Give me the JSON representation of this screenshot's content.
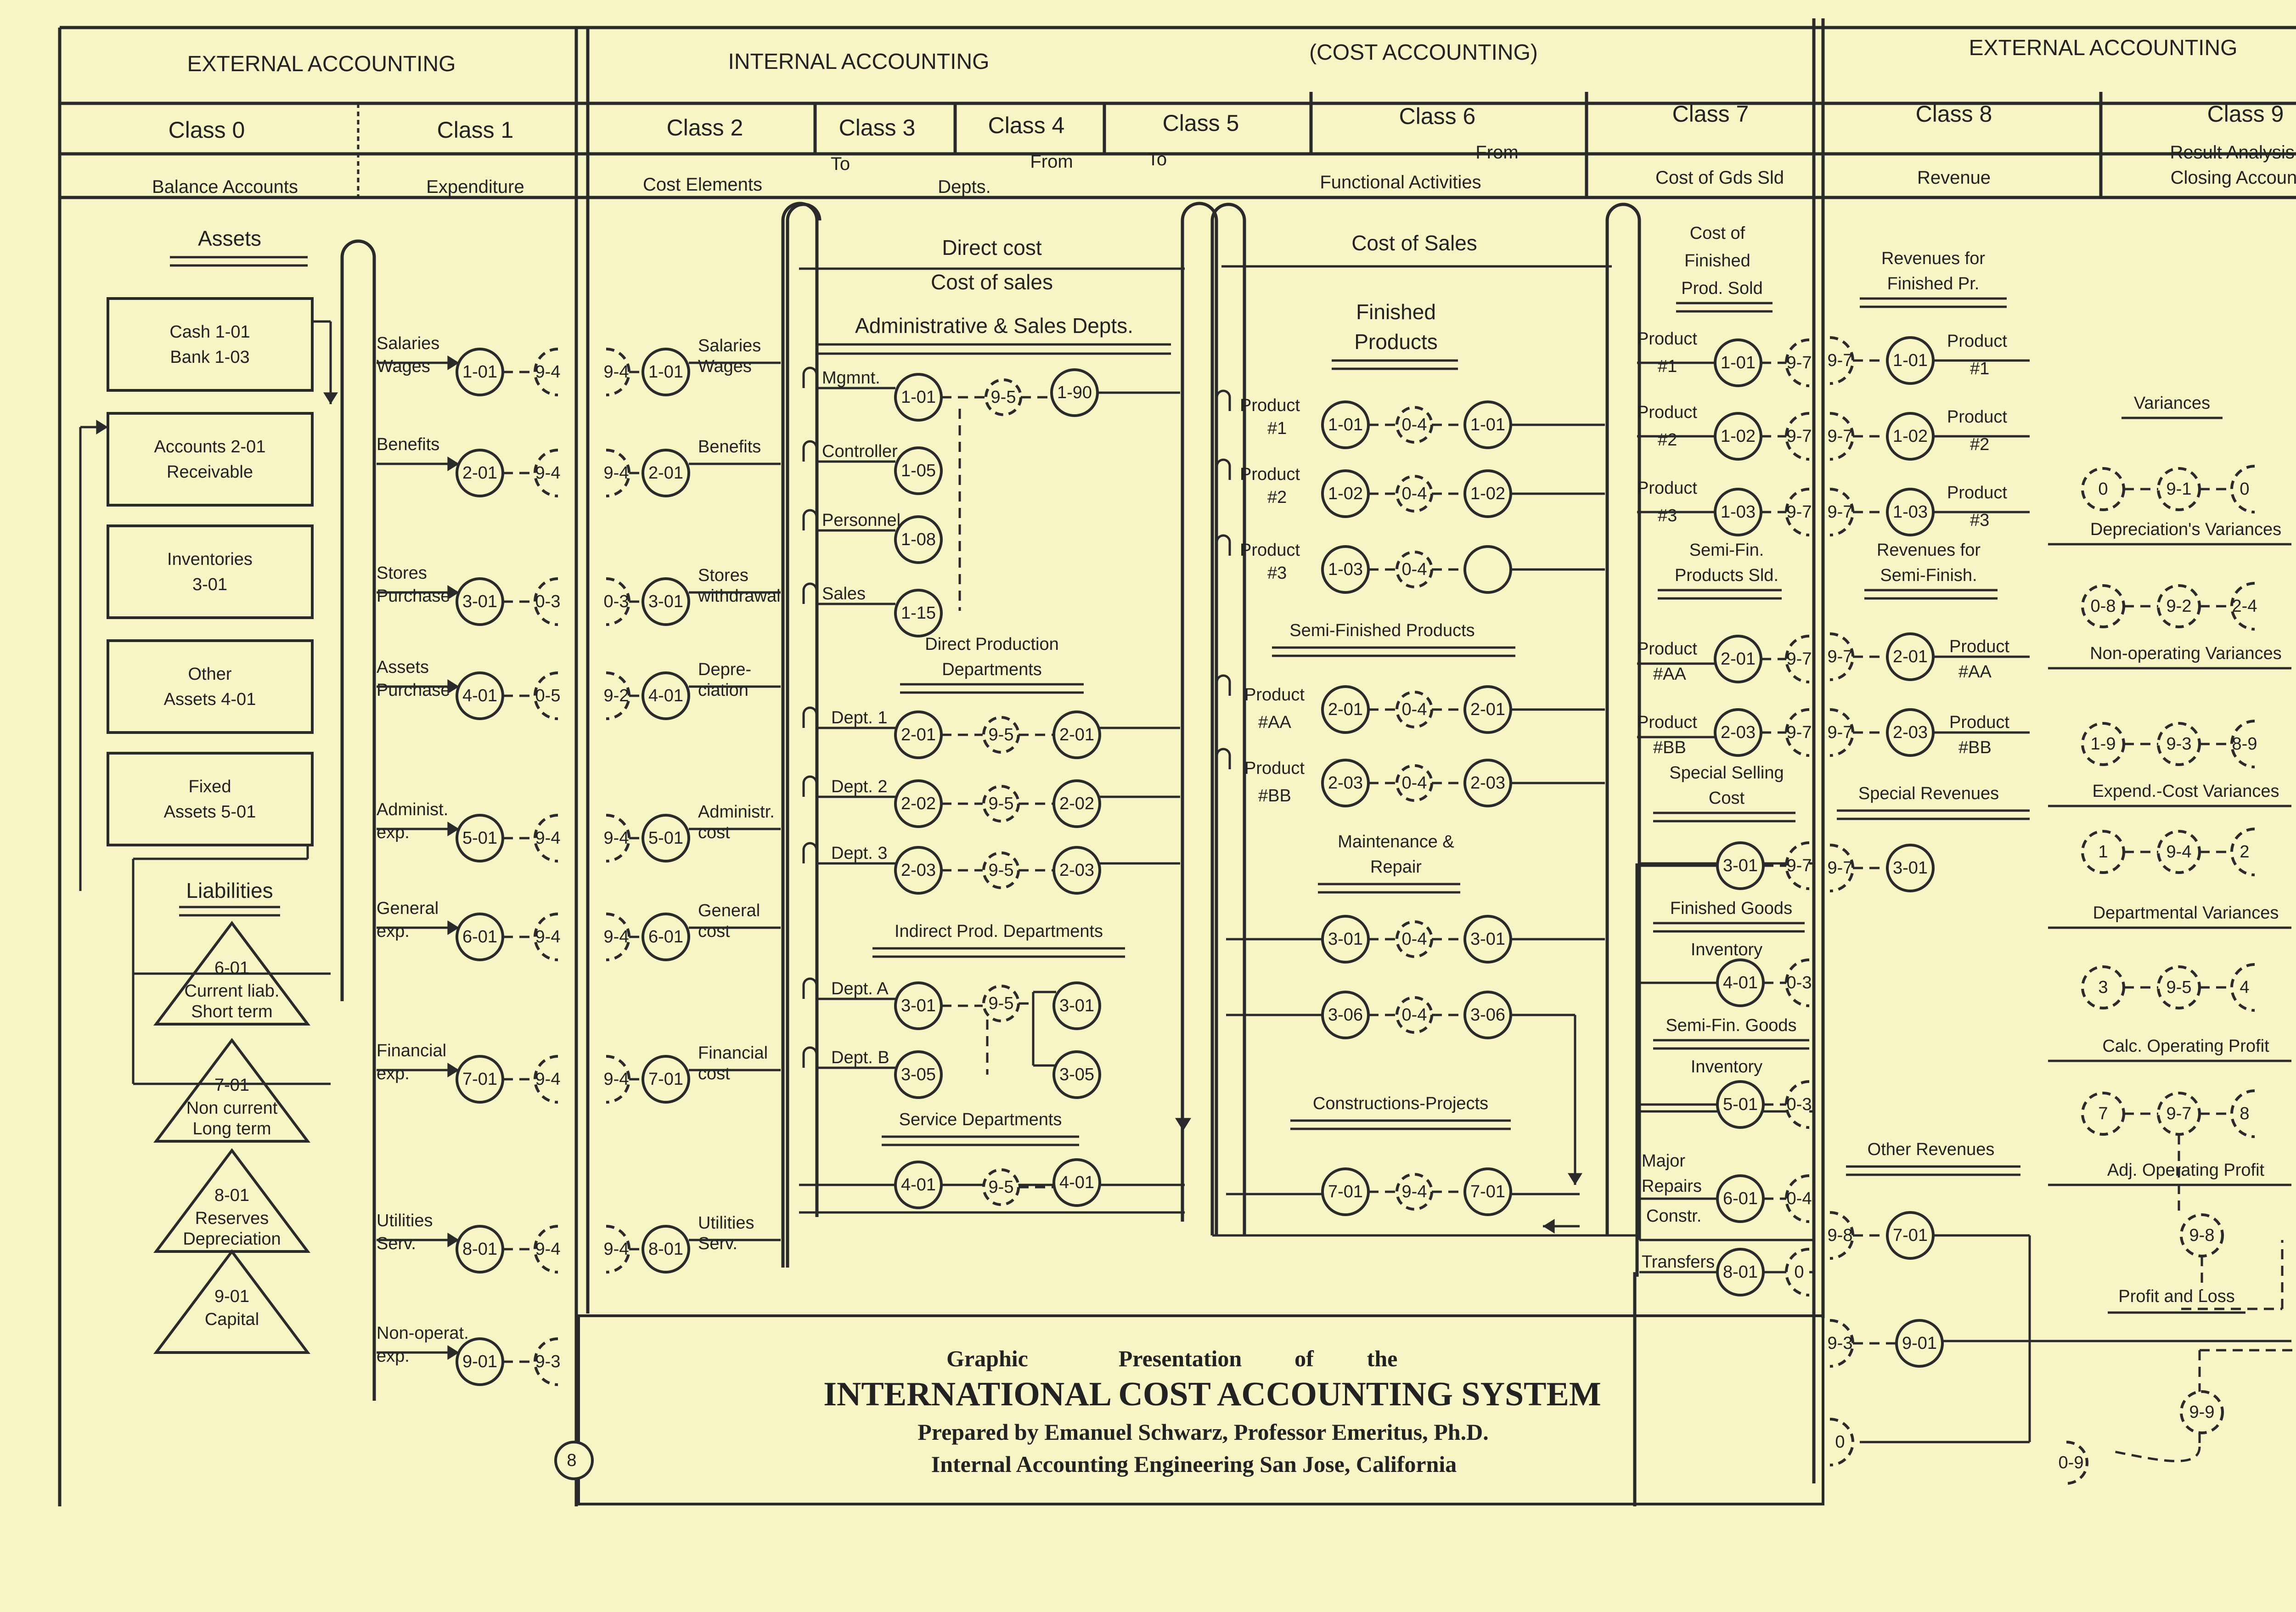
{
  "headers": {
    "external_left": "EXTERNAL ACCOUNTING",
    "internal": "INTERNAL ACCOUNTING",
    "cost": "(COST ACCOUNTING)",
    "external_right": "EXTERNAL ACCOUNTING"
  },
  "classes": [
    {
      "name": "Class 0",
      "sub": "Balance Accounts"
    },
    {
      "name": "Class 1",
      "sub": "Expenditure"
    },
    {
      "name": "Class 2",
      "sub": "Cost Elements"
    },
    {
      "name": "Class 3",
      "sub": "To"
    },
    {
      "name": "Class 4",
      "sub": "From"
    },
    {
      "name": "Class 5",
      "sub": "To"
    },
    {
      "name": "Class 6",
      "sub": "From"
    },
    {
      "name": "Class 7",
      "sub": "Cost of Gds Sld"
    },
    {
      "name": "Class 8",
      "sub": "Revenue"
    },
    {
      "name": "Class 9",
      "sub": "Result Analysis &",
      "sub2": "Closing Accounts"
    }
  ],
  "class34_sub": "Depts.",
  "class56_sub": "Functional Activities",
  "assets": {
    "title": "Assets",
    "boxes": [
      {
        "l1": "Cash 1-01",
        "l2": "Bank 1-03"
      },
      {
        "l1": "Accounts 2-01",
        "l2": "Receivable"
      },
      {
        "l1": "Inventories",
        "l2": "3-01"
      },
      {
        "l1": "Other",
        "l2": "Assets 4-01"
      },
      {
        "l1": "Fixed",
        "l2": "Assets 5-01"
      }
    ]
  },
  "liabilities": {
    "title": "Liabilities",
    "items": [
      {
        "l1": "6-01",
        "l2": "Current liab.",
        "l3": "Short term"
      },
      {
        "l1": "7-01",
        "l2": "Non current",
        "l3": "Long term"
      },
      {
        "l1": "8-01",
        "l2": "Reserves",
        "l3": "Depreciation"
      },
      {
        "l1": "9-01",
        "l2": "Capital",
        "l3": ""
      }
    ]
  },
  "class1_rows": [
    {
      "l1": "Salaries",
      "l2": "Wages",
      "node": "1-01",
      "mid1": "9-4",
      "mid2": "9-4",
      "c2": "1-01",
      "r1": "Salaries",
      "r2": "Wages"
    },
    {
      "l1": "Benefits",
      "l2": "",
      "node": "2-01",
      "mid1": "9-4",
      "mid2": "9-4",
      "c2": "2-01",
      "r1": "Benefits",
      "r2": ""
    },
    {
      "l1": "Stores",
      "l2": "Purchase",
      "node": "3-01",
      "mid1": "0-3",
      "mid2": "0-3",
      "c2": "3-01",
      "r1": "Stores",
      "r2": "withdrawal"
    },
    {
      "l1": "Assets",
      "l2": "Purchase",
      "node": "4-01",
      "mid1": "0-5",
      "mid2": "9-2",
      "c2": "4-01",
      "r1": "Depre-",
      "r2": "ciation"
    },
    {
      "l1": "Administ.",
      "l2": "exp.",
      "node": "5-01",
      "mid1": "9-4",
      "mid2": "9-4",
      "c2": "5-01",
      "r1": "Administr.",
      "r2": "cost"
    },
    {
      "l1": "General",
      "l2": "exp.",
      "node": "6-01",
      "mid1": "9-4",
      "mid2": "9-4",
      "c2": "6-01",
      "r1": "General",
      "r2": "cost"
    },
    {
      "l1": "Financial",
      "l2": "exp.",
      "node": "7-01",
      "mid1": "9-4",
      "mid2": "9-4",
      "c2": "7-01",
      "r1": "Financial",
      "r2": "cost"
    },
    {
      "l1": "Utilities",
      "l2": "Serv.",
      "node": "8-01",
      "mid1": "9-4",
      "mid2": "9-4",
      "c2": "8-01",
      "r1": "Utilities",
      "r2": "Serv."
    },
    {
      "l1": "Non-operat.",
      "l2": "exp.",
      "node": "9-01",
      "mid1": "9-3",
      "mid2": "",
      "c2": "",
      "r1": "",
      "r2": ""
    }
  ],
  "class1_bottom_node": "8",
  "dept": {
    "direct_cost": "Direct cost",
    "cost_of_sales": "Cost of sales",
    "admin_title": "Administrative & Sales Depts.",
    "admin": [
      {
        "label": "Mgmnt.",
        "node": "1-01",
        "n2": "9-5",
        "n3": "1-90"
      },
      {
        "label": "Controller",
        "node": "1-05"
      },
      {
        "label": "Personnel",
        "node": "1-08"
      },
      {
        "label": "Sales",
        "node": "1-15"
      }
    ],
    "direct_title1": "Direct Production",
    "direct_title2": "Departments",
    "direct": [
      {
        "label": "Dept. 1",
        "node": "2-01",
        "n2": "9-5",
        "n3": "2-01"
      },
      {
        "label": "Dept. 2",
        "node": "2-02",
        "n2": "9-5",
        "n3": "2-02"
      },
      {
        "label": "Dept. 3",
        "node": "2-03",
        "n2": "9-5",
        "n3": "2-03"
      }
    ],
    "indirect_title": "Indirect Prod. Departments",
    "indirect": [
      {
        "label": "Dept. A",
        "node": "3-01",
        "n2": "9-5",
        "n3": "3-01"
      },
      {
        "label": "Dept. B",
        "node": "3-05",
        "n3": "3-05"
      }
    ],
    "service_title": "Service Departments",
    "service": {
      "node": "4-01",
      "n2": "9-5",
      "n3": "4-01"
    }
  },
  "func": {
    "cost_of_sales": "Cost of Sales",
    "finished1": "Finished",
    "finished2": "Products",
    "finished": [
      {
        "l1": "Product",
        "l2": "#1",
        "node": "1-01",
        "n2": "0-4",
        "n3": "1-01"
      },
      {
        "l1": "Product",
        "l2": "#2",
        "node": "1-02",
        "n2": "0-4",
        "n3": "1-02"
      },
      {
        "l1": "Product",
        "l2": "#3",
        "node": "1-03",
        "n2": "0-4",
        "n3": ""
      }
    ],
    "semi_title": "Semi-Finished Products",
    "semi": [
      {
        "l1": "Product",
        "l2": "#AA",
        "node": "2-01",
        "n2": "0-4",
        "n3": "2-01"
      },
      {
        "l1": "Product",
        "l2": "#BB",
        "node": "2-03",
        "n2": "0-4",
        "n3": "2-03"
      }
    ],
    "maint1": "Maintenance &",
    "maint2": "Repair",
    "maint": [
      {
        "node": "3-01",
        "n2": "0-4",
        "n3": "3-01"
      },
      {
        "node": "3-06",
        "n2": "0-4",
        "n3": "3-06"
      }
    ],
    "constr_title": "Constructions-Projects",
    "constr": {
      "node": "7-01",
      "n2": "9-4",
      "n3": "7-01"
    }
  },
  "class7": {
    "title1": "Cost of",
    "title2": "Finished",
    "title3": "Prod. Sold",
    "products": [
      {
        "l1": "Product",
        "l2": "#1",
        "node": "1-01",
        "edge": "9-7"
      },
      {
        "l1": "Product",
        "l2": "#2",
        "node": "1-02",
        "edge": "9-7"
      },
      {
        "l1": "Product",
        "l2": "#3",
        "node": "1-03",
        "edge": "9-7"
      }
    ],
    "semi_title1": "Semi-Fin.",
    "semi_title2": "Products Sld.",
    "semi": [
      {
        "l1": "Product",
        "l2": "#AA",
        "node": "2-01",
        "edge": "9-7"
      },
      {
        "l1": "Product",
        "l2": "#BB",
        "node": "2-03",
        "edge": "9-7"
      }
    ],
    "special1": "Special Selling",
    "special2": "Cost",
    "special_node": "3-01",
    "special_edge": "9-7",
    "fg1": "Finished Goods",
    "fg2": "Inventory",
    "fg_node": "4-01",
    "fg_edge": "0-3",
    "sfg1": "Semi-Fin. Goods",
    "sfg2": "Inventory",
    "sfg_node": "5-01",
    "sfg_edge": "0-3",
    "major1": "Major",
    "major2": "Repairs",
    "major3": "Constr.",
    "major_node": "6-01",
    "major_edge": "0-4",
    "transfers": "Transfers",
    "transfers_node": "8-01",
    "transfers_edge": "0"
  },
  "class8": {
    "title1": "Revenues for",
    "title2": "Finished Pr.",
    "products": [
      {
        "edge": "9-7",
        "node": "1-01",
        "l1": "Product",
        "l2": "#1"
      },
      {
        "edge": "9-7",
        "node": "1-02",
        "l1": "Product",
        "l2": "#2"
      },
      {
        "edge": "9-7",
        "node": "1-03",
        "l1": "Product",
        "l2": "#3"
      }
    ],
    "semi_title1": "Revenues for",
    "semi_title2": "Semi-Finish.",
    "semi": [
      {
        "edge": "9-7",
        "node": "2-01",
        "l1": "Product",
        "l2": "#AA"
      },
      {
        "edge": "9-7",
        "node": "2-03",
        "l1": "Product",
        "l2": "#BB"
      }
    ],
    "special_title": "Special Revenues",
    "special_edge": "9-7",
    "special_node": "3-01",
    "other_title": "Other Revenues",
    "other_edge": "9-8",
    "other_node": "7-01",
    "bottom_edge": "9-3",
    "bottom_node": "9-01",
    "zero_node": "0"
  },
  "class9": {
    "variances": "Variances",
    "rows": [
      {
        "a": "0",
        "b": "9-1",
        "c": "0",
        "label": "Depreciation's Variances"
      },
      {
        "a": "0-8",
        "b": "9-2",
        "c": "2-4",
        "label": "Non-operating Variances"
      },
      {
        "a": "1-9",
        "b": "9-3",
        "c": "8-9",
        "label": "Expend.-Cost Variances"
      },
      {
        "a": "1",
        "b": "9-4",
        "c": "2",
        "label": "Departmental Variances"
      },
      {
        "a": "3",
        "b": "9-5",
        "c": "4",
        "label": "Calc. Operating Profit"
      },
      {
        "a": "7",
        "b": "9-7",
        "c": "8",
        "label": "Adj. Operating Profit"
      }
    ],
    "pl_node": "9-8",
    "pl_label": "Profit and Loss",
    "final_node": "9-9",
    "end_node": "0-9"
  },
  "caption": {
    "line1a": "Graphic",
    "line1b": "Presentation",
    "line1c": "of",
    "line1d": "the",
    "line2": "INTERNATIONAL COST ACCOUNTING SYSTEM",
    "line3": "Prepared by Emanuel Schwarz,    Professor Emeritus, Ph.D.",
    "line4": "Internal   Accounting   Engineering     San Jose, California"
  }
}
